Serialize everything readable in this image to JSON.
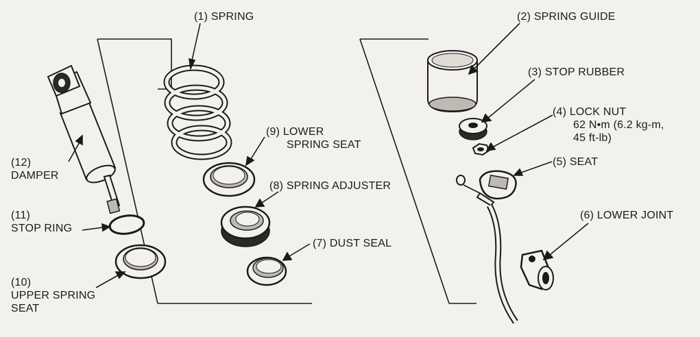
{
  "labels": {
    "spring": {
      "num": "(1)",
      "name": "SPRING"
    },
    "spring_guide": {
      "num": "(2)",
      "name": "SPRING GUIDE"
    },
    "stop_rubber": {
      "num": "(3)",
      "name": "STOP RUBBER"
    },
    "lock_nut": {
      "num": "(4)",
      "name": "LOCK NUT",
      "torque_1": "62 N•m (6.2 kg-m,",
      "torque_2": "45 ft-lb)"
    },
    "seat": {
      "num": "(5)",
      "name": "SEAT"
    },
    "lower_joint": {
      "num": "(6)",
      "name": "LOWER JOINT"
    },
    "dust_seal": {
      "num": "(7)",
      "name": "DUST SEAL"
    },
    "spring_adjuster": {
      "num": "(8)",
      "name": "SPRING ADJUSTER"
    },
    "lower_spring_seat": {
      "num": "(9)",
      "line1": "LOWER",
      "line2": "SPRING SEAT"
    },
    "upper_spring_seat": {
      "num": "(10)",
      "line1": "UPPER SPRING",
      "line2": "SEAT"
    },
    "stop_ring": {
      "num": "(11)",
      "name": "STOP RING"
    },
    "damper": {
      "num": "(12)",
      "name": "DAMPER"
    }
  }
}
